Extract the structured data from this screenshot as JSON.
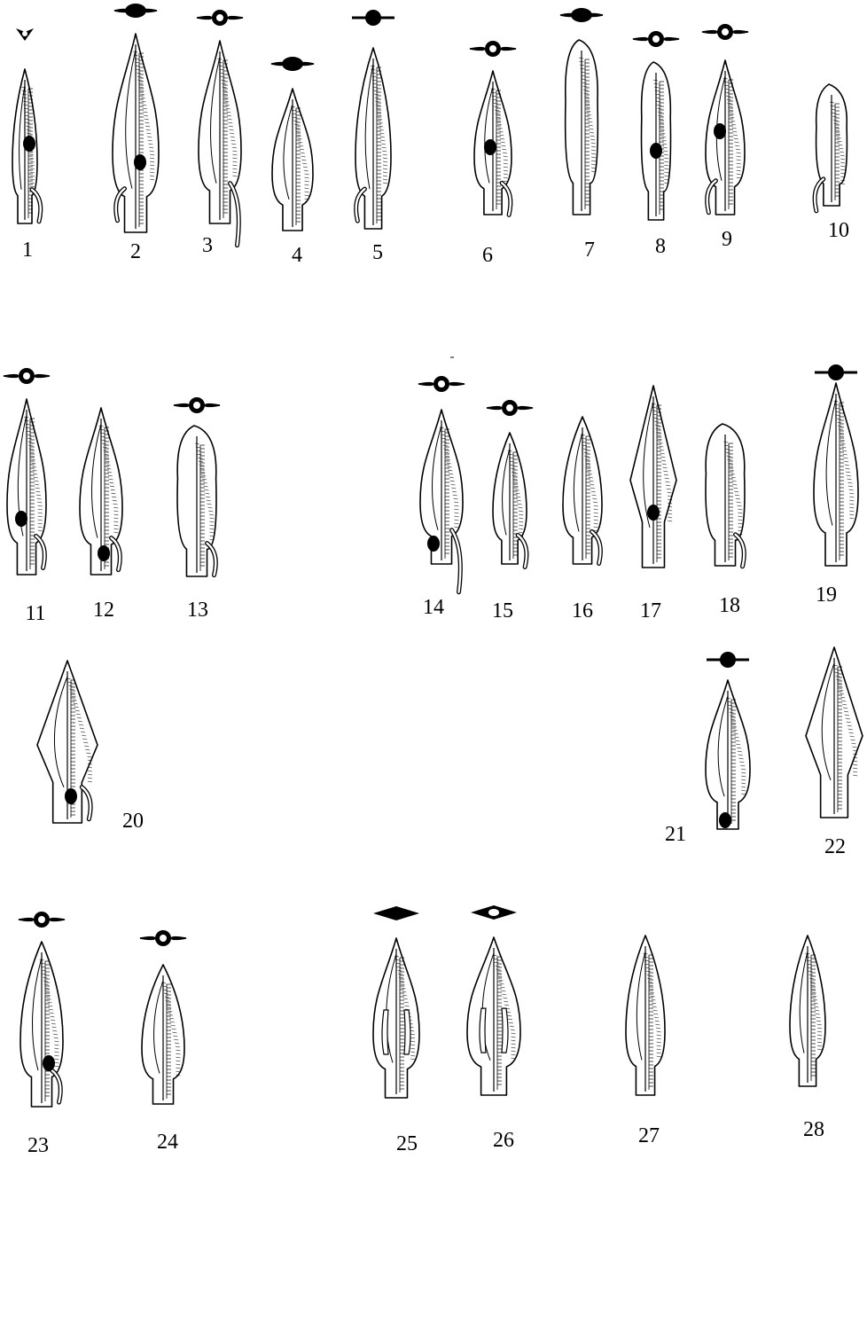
{
  "plate": {
    "labels": [
      "1",
      "2",
      "3",
      "4",
      "5",
      "6",
      "7",
      "8",
      "9",
      "10",
      "11",
      "12",
      "13",
      "14",
      "15",
      "16",
      "17",
      "18",
      "19",
      "20",
      "21",
      "22",
      "23",
      "24",
      "25",
      "26",
      "27",
      "28"
    ],
    "ink_color": "#000000",
    "paper_color": "#ffffff",
    "cross_section_style": "black-winged-ring"
  }
}
